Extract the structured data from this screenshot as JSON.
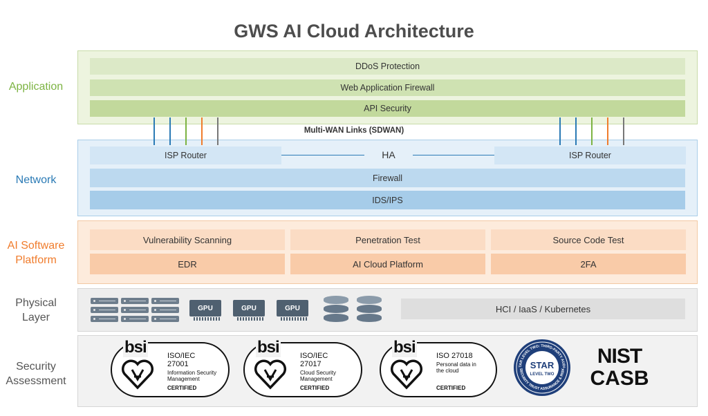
{
  "title": "GWS AI Cloud Architecture",
  "layers": {
    "application": "Application",
    "network": "Network",
    "ai_software_platform": "AI Software\nPlatform",
    "physical": "Physical\nLayer",
    "security_assessment": "Security\nAssessment"
  },
  "application": {
    "items": [
      "DDoS Protection",
      "Web Application Firewall",
      "API Security"
    ]
  },
  "wan": {
    "label": "Multi-WAN Links (SDWAN)",
    "line_colors": [
      "#2a7ab5",
      "#2a7ab5",
      "#7cb342",
      "#f07c2c",
      "#777777"
    ]
  },
  "network": {
    "isp_left": "ISP Router",
    "ha": "HA",
    "isp_right": "ISP Router",
    "firewall": "Firewall",
    "ids": "IDS/IPS"
  },
  "ai_platform": {
    "top": [
      "Vulnerability Scanning",
      "Penetration Test",
      "Source Code Test"
    ],
    "bottom": [
      "EDR",
      "AI Cloud Platform",
      "2FA"
    ]
  },
  "physical": {
    "gpu_label": "GPU",
    "hci": "HCI / IaaS / Kubernetes",
    "icons": [
      "server-rack-icon",
      "gpu-card-icon",
      "database-icon"
    ]
  },
  "certs": [
    {
      "brand": "bsi",
      "head": "ISO/IEC\n27001",
      "desc": "Information Security\nManagement",
      "certified": "CERTIFIED"
    },
    {
      "brand": "bsi",
      "head": "ISO/IEC\n27017",
      "desc": "Cloud Security\nManagement",
      "certified": "CERTIFIED"
    },
    {
      "brand": "bsi",
      "head": "ISO 27018",
      "desc": "Personal data in\nthe cloud",
      "certified": "CERTIFIED"
    }
  ],
  "star": {
    "ring_top": "STAR LEVEL TWO: THIRD-PARTY AUDIT",
    "ring_bottom": "SECURITY TRUST ASSURANCE & RISK",
    "star": "STAR",
    "level": "LEVEL TWO"
  },
  "nist": {
    "line1": "NIST",
    "line2": "CASB"
  }
}
